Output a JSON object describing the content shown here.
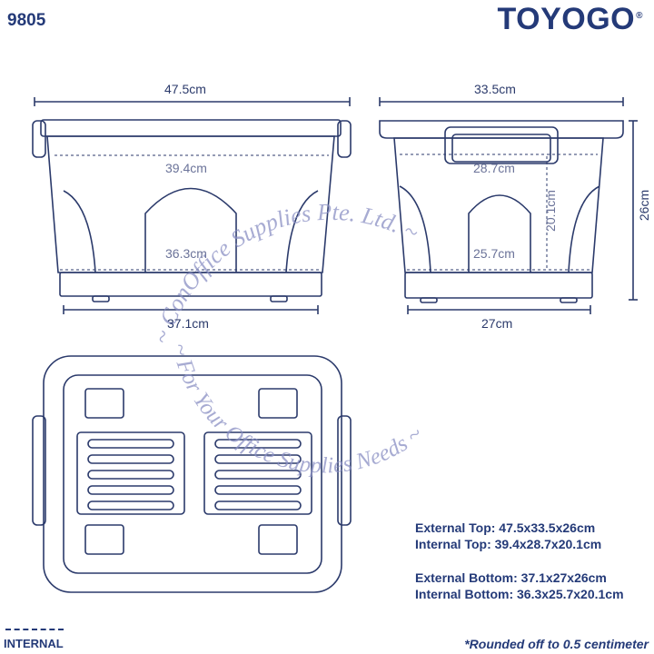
{
  "header": {
    "model_number": "9805",
    "brand": "TOYOGO",
    "brand_mark": "®"
  },
  "front_view": {
    "external_top_width": "47.5cm",
    "internal_top_width": "39.4cm",
    "internal_bottom_width": "36.3cm",
    "external_bottom_width": "37.1cm"
  },
  "side_view": {
    "external_top_depth": "33.5cm",
    "internal_top_depth": "28.7cm",
    "internal_height": "20.1cm",
    "internal_bottom_depth": "25.7cm",
    "external_height": "26cm",
    "external_bottom_depth": "27cm"
  },
  "watermark": {
    "line1": "~ ConOffice Supplies Pte. Ltd. ~",
    "line2": "~ For Your Office Supplies Needs ~"
  },
  "specs": {
    "external_top": "External Top: 47.5x33.5x26cm",
    "internal_top": "Internal Top: 39.4x28.7x20.1cm",
    "external_bottom": "External Bottom: 37.1x27x26cm",
    "internal_bottom": "Internal Bottom: 36.3x25.7x20.1cm"
  },
  "legend": {
    "internal_label": "INTERNAL"
  },
  "footnote": "*Rounded off to 0.5 centimeter",
  "colors": {
    "line": "#2b3a6b",
    "brand": "#243a78",
    "watermark": "#8a8fc4"
  }
}
